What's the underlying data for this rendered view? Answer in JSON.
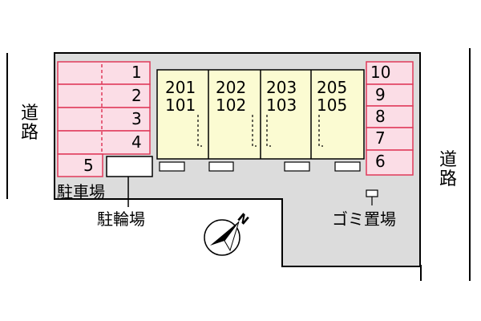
{
  "roads": {
    "left_label": "道路",
    "right_label": "道路"
  },
  "parking": {
    "label": "駐車場",
    "left_spaces": [
      "1",
      "2",
      "3",
      "4",
      "5"
    ],
    "right_spaces": [
      "10",
      "9",
      "8",
      "7",
      "6"
    ]
  },
  "bicycle_parking": {
    "label": "駐輪場"
  },
  "garbage": {
    "label": "ゴミ置場"
  },
  "buildings": [
    {
      "upper": "201",
      "lower": "101"
    },
    {
      "upper": "202",
      "lower": "102"
    },
    {
      "upper": "203",
      "lower": "103"
    },
    {
      "upper": "205",
      "lower": "105"
    }
  ],
  "compass": {
    "north_label": "N"
  },
  "colors": {
    "lot": "#dcdcdc",
    "parking_fill": "#fbdde6",
    "parking_stroke": "#e03a5a",
    "building_fill": "#fbfbd2"
  }
}
